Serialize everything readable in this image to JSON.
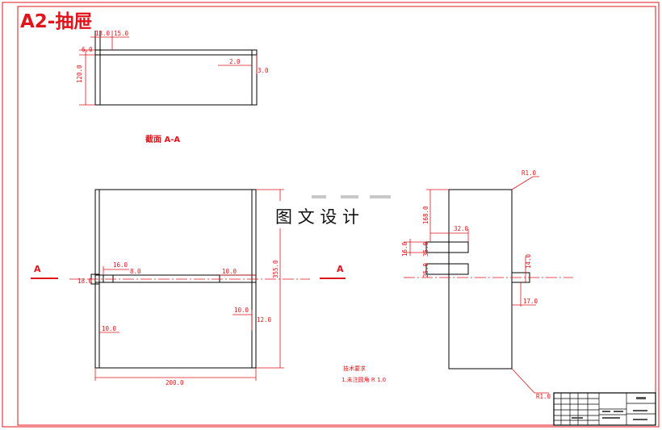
{
  "title": "A2-抽屉",
  "colors": {
    "line": "#000000",
    "annotation": "#e1141c",
    "frame": "#e1141c",
    "background": "#ffffff"
  },
  "section_view": {
    "label": "截面 A-A",
    "dimensions": {
      "tab_left": "13.0",
      "tab_right": "15.0",
      "top_thickness": "6.0",
      "height": "120.0",
      "inner_offset": "2.0",
      "wall": "3.0"
    }
  },
  "front_view": {
    "section_marker_left": "A",
    "section_marker_right": "A",
    "dimensions": {
      "slot_width": "16.0",
      "slot_gap": "8.0",
      "divider_mid": "10.0",
      "tab_left": "18.0",
      "right_offset": "10.0",
      "right_height": "12.0",
      "left_offset": "10.0",
      "width": "200.0",
      "height": "355.0"
    }
  },
  "side_view": {
    "dimensions": {
      "corner_top": "R1.0",
      "top_to_slot": "168.0",
      "slot_depth": "32.0",
      "slot_height": "16.0",
      "slot_upper": "35.0",
      "slot_lower": "25.0",
      "tab_height": "14.0",
      "tab_offset": "17.0",
      "corner_bottom": "R1.0"
    }
  },
  "watermark": "图 文 设 计",
  "notes": {
    "heading": "技术要求",
    "line1": "1.未注圆角 R 1.0"
  }
}
